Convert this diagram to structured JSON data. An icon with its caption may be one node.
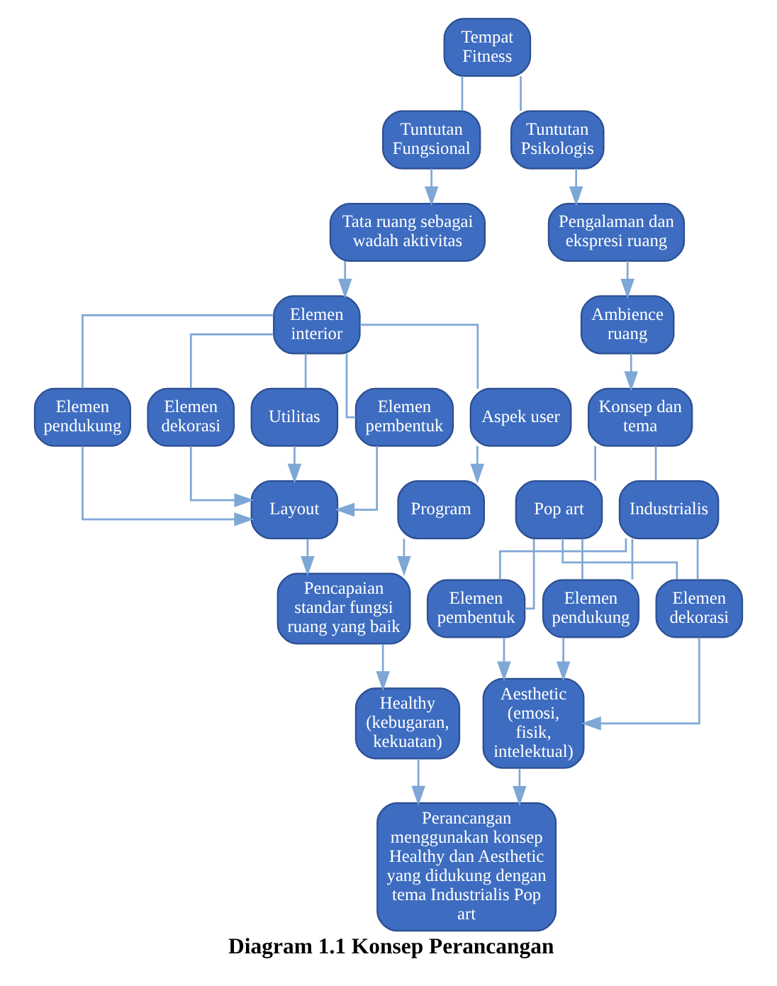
{
  "diagram": {
    "caption": "Diagram 1.1 Konsep Perancangan",
    "nodes": [
      {
        "text": [
          "Tempat Fitness"
        ]
      },
      {
        "text": [
          "Tuntutan Fungsional"
        ]
      },
      {
        "text": [
          "Tuntutan Psikologis"
        ]
      },
      {
        "text": [
          "Tata ruang sebagai wadah aktivitas"
        ]
      },
      {
        "text": [
          "Elemen interior"
        ]
      },
      {
        "text": [
          "Elemen pembentuk"
        ]
      },
      {
        "text": [
          "Elemen pendukung"
        ]
      },
      {
        "text": [
          "Elemen dekorasi"
        ]
      },
      {
        "text": [
          "Utilitas"
        ]
      },
      {
        "text": [
          "Aspek user"
        ]
      },
      {
        "text": [
          "Layout"
        ]
      },
      {
        "text": [
          "Program"
        ]
      },
      {
        "text": [
          "Pencapaian standar fungsi ruang yang baik"
        ]
      },
      {
        "text": [
          "Healthy",
          "(kebugaran, kekuatan)"
        ]
      },
      {
        "text": [
          "Pengalaman dan ekspresi ruang"
        ]
      },
      {
        "text": [
          "Ambience ruang"
        ]
      },
      {
        "text": [
          "Konsep dan tema"
        ]
      },
      {
        "text": [
          "Pop art"
        ]
      },
      {
        "text": [
          "Industrialis"
        ]
      },
      {
        "text": [
          "Elemen pembentuk"
        ]
      },
      {
        "text": [
          "Elemen pendukung"
        ]
      },
      {
        "text": [
          "Elemen dekorasi"
        ]
      },
      {
        "text": [
          "Aesthetic",
          "(emosi, fisik, intelektual)"
        ]
      },
      {
        "text": [
          "Perancangan menggunakan konsep Healthy dan Aesthetic yang didukung dengan tema Industrialis Pop art"
        ]
      }
    ],
    "edges": [
      {
        "from": 0,
        "to": 1,
        "arrow": "none"
      },
      {
        "from": 0,
        "to": 2,
        "arrow": "none"
      },
      {
        "from": 1,
        "to": 3,
        "arrow": "to"
      },
      {
        "from": 3,
        "to": 4,
        "arrow": "to"
      },
      {
        "from": 4,
        "to": 5,
        "arrow": "none"
      },
      {
        "from": 4,
        "to": 6,
        "arrow": "none"
      },
      {
        "from": 4,
        "to": 7,
        "arrow": "none"
      },
      {
        "from": 4,
        "to": 8,
        "arrow": "none"
      },
      {
        "from": 4,
        "to": 9,
        "arrow": "none"
      },
      {
        "from": 5,
        "to": 10,
        "arrow": "to"
      },
      {
        "from": 6,
        "to": 10,
        "arrow": "to"
      },
      {
        "from": 7,
        "to": 10,
        "arrow": "to"
      },
      {
        "from": 8,
        "to": 10,
        "arrow": "to"
      },
      {
        "from": 9,
        "to": 11,
        "arrow": "to"
      },
      {
        "from": 10,
        "to": 12,
        "arrow": "to"
      },
      {
        "from": 11,
        "to": 12,
        "arrow": "to"
      },
      {
        "from": 12,
        "to": 13,
        "arrow": "to"
      },
      {
        "from": 2,
        "to": 14,
        "arrow": "to"
      },
      {
        "from": 14,
        "to": 15,
        "arrow": "to"
      },
      {
        "from": 15,
        "to": 16,
        "arrow": "to"
      },
      {
        "from": 16,
        "to": 17,
        "arrow": "none"
      },
      {
        "from": 16,
        "to": 18,
        "arrow": "none"
      },
      {
        "from": 17,
        "to": 19,
        "arrow": "none"
      },
      {
        "from": 17,
        "to": 20,
        "arrow": "none"
      },
      {
        "from": 17,
        "to": 21,
        "arrow": "none"
      },
      {
        "from": 18,
        "to": 19,
        "arrow": "none"
      },
      {
        "from": 18,
        "to": 20,
        "arrow": "none"
      },
      {
        "from": 18,
        "to": 21,
        "arrow": "none"
      },
      {
        "from": 19,
        "to": 22,
        "arrow": "to"
      },
      {
        "from": 20,
        "to": 22,
        "arrow": "to"
      },
      {
        "from": 21,
        "to": 22,
        "arrow": "to"
      },
      {
        "from": 13,
        "to": 23,
        "arrow": "to"
      },
      {
        "from": 22,
        "to": 23,
        "arrow": "to"
      }
    ]
  }
}
